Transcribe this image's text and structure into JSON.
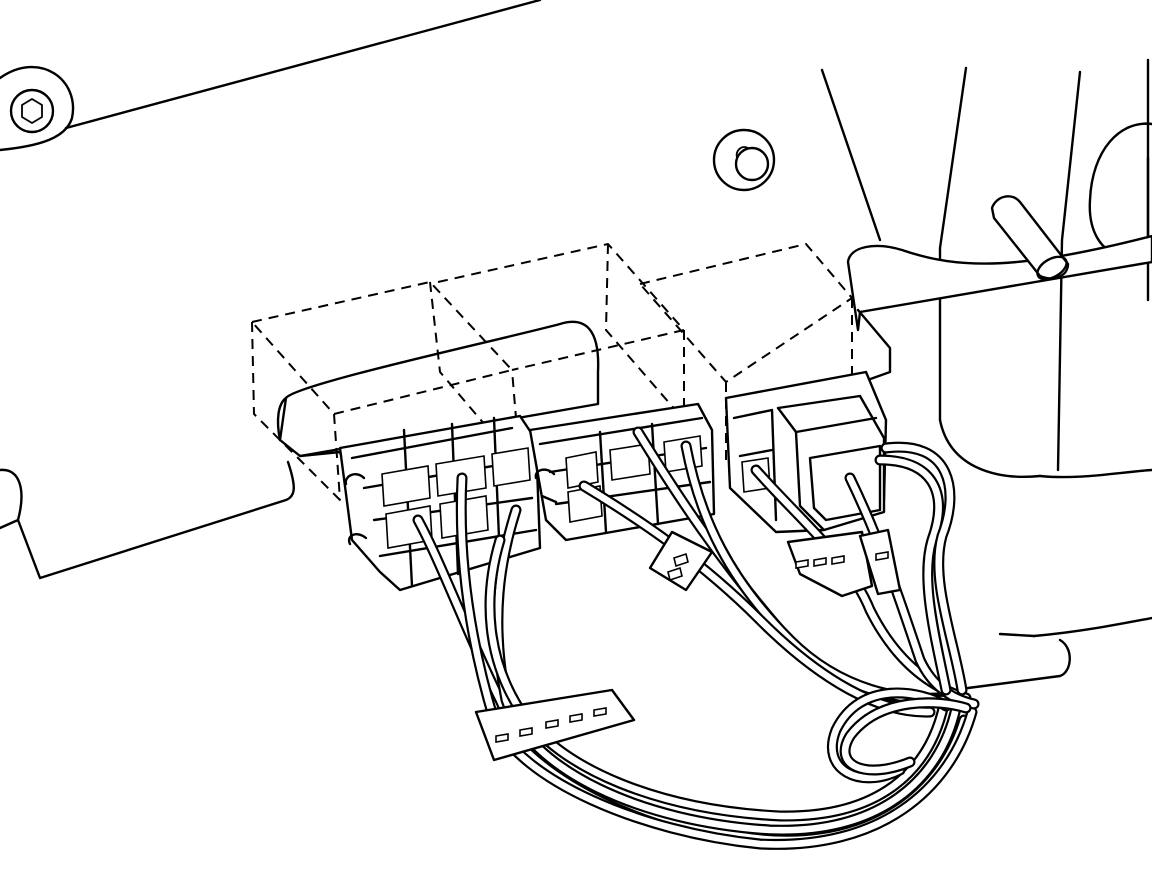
{
  "illustration": {
    "kind": "line-drawing",
    "ink_color": "#000000",
    "background_color": "#ffffff",
    "parts": [
      "mounting-panel",
      "hex-bolt",
      "fixed-bolt",
      "bracket-frame",
      "connector-left",
      "connector-middle",
      "connector-right",
      "ghost-outline",
      "wire-harness",
      "wire-tie-left",
      "wire-tie-small",
      "wire-tie-right-a",
      "wire-tie-right-b",
      "pin",
      "pipe-column"
    ]
  }
}
